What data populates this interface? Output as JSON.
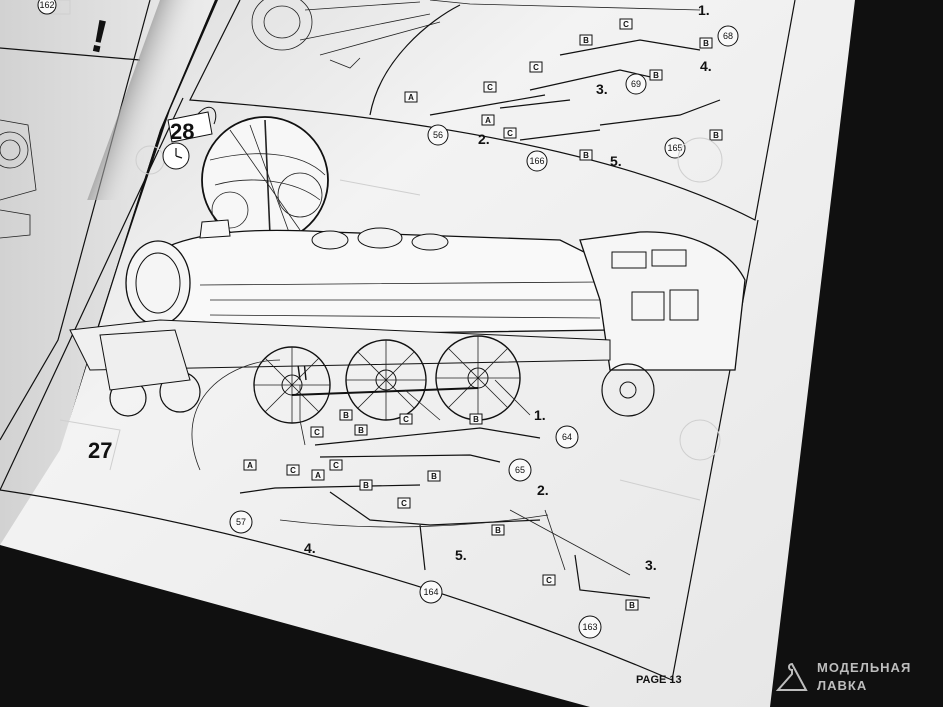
{
  "page": {
    "label": "PAGE 13"
  },
  "top_panel": {
    "steps": [
      "1.",
      "2.",
      "3.",
      "4.",
      "5."
    ],
    "parts": [
      "68",
      "69",
      "56",
      "166",
      "165",
      "162"
    ],
    "flags": [
      "A",
      "B",
      "C",
      "B",
      "C",
      "B",
      "C",
      "C",
      "B",
      "B",
      "A"
    ]
  },
  "main_panel": {
    "step_badge": "28",
    "steps": [
      "1.",
      "2.",
      "3.",
      "4.",
      "5."
    ],
    "parts": [
      "64",
      "65",
      "57",
      "164",
      "163"
    ],
    "flags": [
      "B",
      "C",
      "B",
      "C",
      "B",
      "B",
      "C",
      "A",
      "B",
      "A",
      "C",
      "C",
      "B",
      "C",
      "B"
    ],
    "neighbor_step": "27"
  },
  "left_page": {
    "mark": "!"
  },
  "watermark": {
    "line1": "МОДЕЛЬНАЯ",
    "line2": "ЛАВКА",
    "logo_icon": "hanger-icon"
  },
  "colors": {
    "paper": "#f2f2f2",
    "background": "#111111",
    "ink": "#111111"
  }
}
